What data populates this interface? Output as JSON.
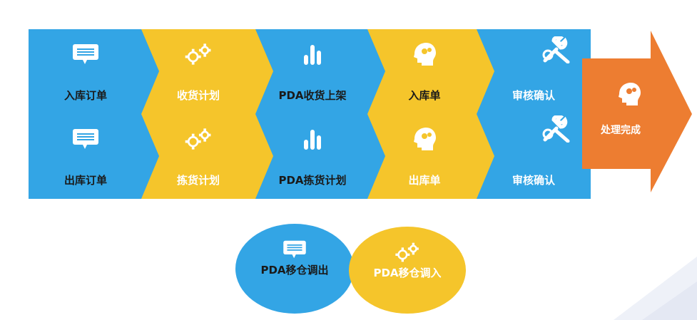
{
  "colors": {
    "blue": "#33a5e5",
    "yellow": "#f5c52b",
    "orange": "#ed7d31",
    "dark_text": "#1a1a1a",
    "light_text": "#ffffff"
  },
  "rows": [
    {
      "steps": [
        {
          "label": "入库订单",
          "icon": "message-icon"
        },
        {
          "label": "收货计划",
          "icon": "gears-icon"
        },
        {
          "label": "PDA收货上架",
          "icon": "bar-chart-icon"
        },
        {
          "label": "入库单",
          "icon": "head-gears-icon"
        },
        {
          "label": "审核确认",
          "icon": "wrench-gear-icon"
        }
      ]
    },
    {
      "steps": [
        {
          "label": "出库订单",
          "icon": "message-icon"
        },
        {
          "label": "拣货计划",
          "icon": "gears-icon"
        },
        {
          "label": "PDA拣货计划",
          "icon": "bar-chart-icon"
        },
        {
          "label": "出库单",
          "icon": "head-gears-icon"
        },
        {
          "label": "审核确认",
          "icon": "wrench-gear-icon"
        }
      ]
    }
  ],
  "final": {
    "label": "处理完成",
    "icon": "head-gears-icon"
  },
  "transfers": [
    {
      "label": "PDA移仓调出",
      "icon": "message-icon"
    },
    {
      "label": "PDA移仓调入",
      "icon": "gears-icon"
    }
  ]
}
